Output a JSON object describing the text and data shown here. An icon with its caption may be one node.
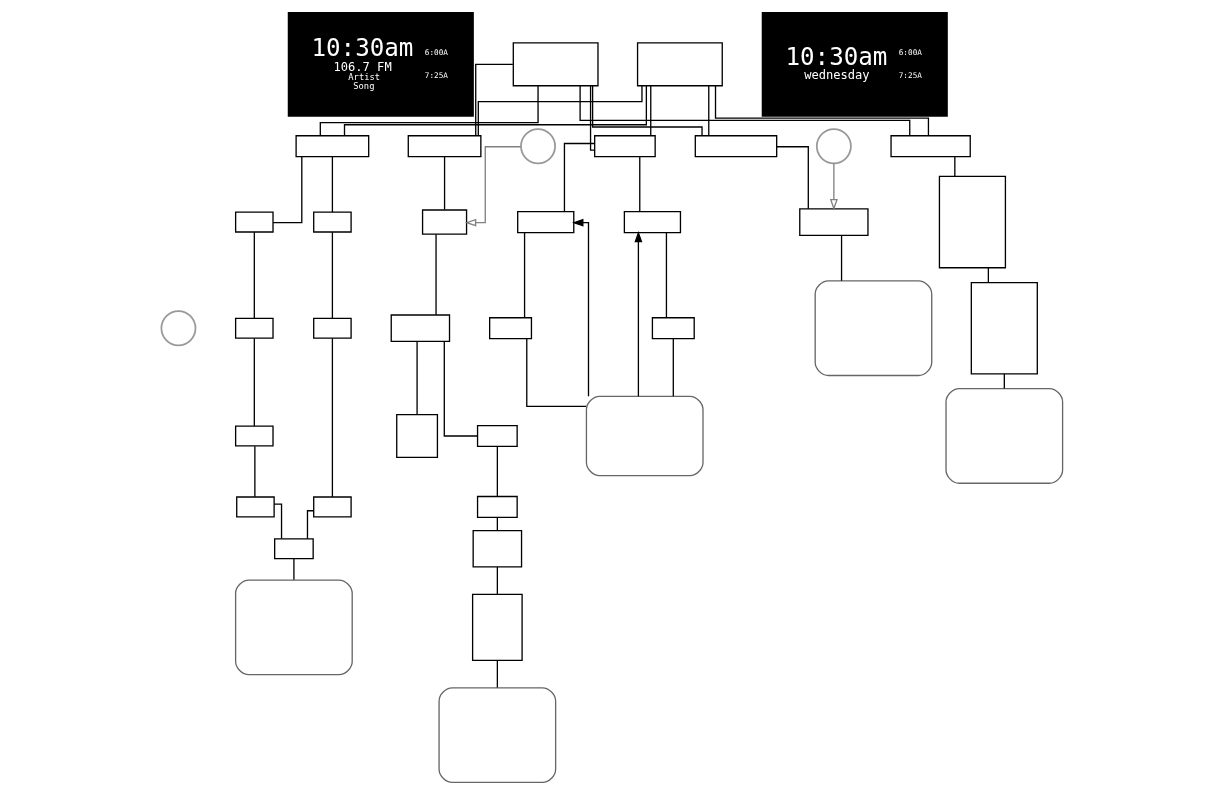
{
  "diagram": {
    "nodes": [
      {
        "text": [
          "10:30am",
          "106.7 FM",
          "Artist",
          "Song",
          "6:00A",
          "7:25A"
        ]
      },
      {
        "text": [],
        "shape": "box"
      },
      {
        "text": [],
        "shape": "box"
      },
      {
        "text": [
          "10:30am",
          "wednesday",
          "6:00A",
          "7:25A"
        ]
      },
      {
        "text": [],
        "shape": "box"
      },
      {
        "text": [],
        "shape": "box"
      },
      {
        "text": [],
        "shape": "box"
      },
      {
        "text": [],
        "shape": "box"
      },
      {
        "text": [],
        "shape": "box"
      },
      {
        "text": [],
        "shape": "circle"
      },
      {
        "text": [],
        "shape": "box"
      },
      {
        "text": [],
        "shape": "box"
      },
      {
        "text": [],
        "shape": "box"
      },
      {
        "text": [],
        "shape": "box"
      },
      {
        "text": [],
        "shape": "box"
      },
      {
        "text": [],
        "shape": "box"
      },
      {
        "text": [],
        "shape": "box"
      },
      {
        "text": [],
        "shape": "box"
      },
      {
        "text": [],
        "shape": "box"
      },
      {
        "text": [],
        "shape": "circle"
      },
      {
        "text": [],
        "shape": "box"
      },
      {
        "text": [],
        "shape": "box"
      },
      {
        "text": [],
        "shape": "box"
      },
      {
        "text": [],
        "shape": "box"
      },
      {
        "text": [],
        "shape": "box"
      },
      {
        "text": [],
        "shape": "box"
      },
      {
        "text": [],
        "shape": "box"
      },
      {
        "text": [],
        "shape": "box"
      },
      {
        "text": [],
        "shape": "box"
      },
      {
        "text": [],
        "shape": "box"
      },
      {
        "text": [],
        "shape": "box"
      },
      {
        "text": [],
        "shape": "box"
      },
      {
        "text": [],
        "shape": "box"
      },
      {
        "text": [],
        "shape": "circle"
      },
      {
        "text": [],
        "shape": "box"
      },
      {
        "text": [],
        "shape": "box"
      },
      {
        "text": [],
        "shape": "box"
      },
      {
        "text": [],
        "shape": "box"
      },
      {
        "text": [],
        "shape": "box"
      }
    ],
    "edges": [
      {
        "from": 1,
        "to": 4,
        "arrow": "none"
      },
      {
        "from": 1,
        "to": 5,
        "arrow": "none"
      },
      {
        "from": 1,
        "to": 6,
        "arrow": "none"
      },
      {
        "from": 1,
        "to": 7,
        "arrow": "none"
      },
      {
        "from": 1,
        "to": 8,
        "arrow": "none"
      },
      {
        "from": 2,
        "to": 4,
        "arrow": "none"
      },
      {
        "from": 2,
        "to": 5,
        "arrow": "none"
      },
      {
        "from": 2,
        "to": 6,
        "arrow": "none"
      },
      {
        "from": 2,
        "to": 7,
        "arrow": "none"
      },
      {
        "from": 2,
        "to": 8,
        "arrow": "none"
      },
      {
        "from": 4,
        "to": 10,
        "arrow": "none"
      },
      {
        "from": 4,
        "to": 11,
        "arrow": "none"
      },
      {
        "from": 10,
        "to": 12,
        "arrow": "none"
      },
      {
        "from": 12,
        "to": 14,
        "arrow": "none"
      },
      {
        "from": 14,
        "to": 16,
        "arrow": "none"
      },
      {
        "from": 16,
        "to": 17,
        "arrow": "none"
      },
      {
        "from": 11,
        "to": 13,
        "arrow": "none"
      },
      {
        "from": 13,
        "to": 15,
        "arrow": "none"
      },
      {
        "from": 15,
        "to": 17,
        "arrow": "none"
      },
      {
        "from": 17,
        "to": 18,
        "arrow": "none"
      },
      {
        "from": 5,
        "to": 20,
        "arrow": "none"
      },
      {
        "from": 19,
        "to": 20,
        "arrow": "to",
        "color": "#808080"
      },
      {
        "from": 20,
        "to": 21,
        "arrow": "none"
      },
      {
        "from": 21,
        "to": 22,
        "arrow": "none"
      },
      {
        "from": 21,
        "to": 23,
        "arrow": "none"
      },
      {
        "from": 23,
        "to": 24,
        "arrow": "none"
      },
      {
        "from": 24,
        "to": 25,
        "arrow": "none"
      },
      {
        "from": 25,
        "to": 26,
        "arrow": "none"
      },
      {
        "from": 26,
        "to": 27,
        "arrow": "none"
      },
      {
        "from": 6,
        "to": 28,
        "arrow": "none"
      },
      {
        "from": 6,
        "to": 29,
        "arrow": "none"
      },
      {
        "from": 28,
        "to": 30,
        "arrow": "none"
      },
      {
        "from": 29,
        "to": 31,
        "arrow": "none"
      },
      {
        "from": 30,
        "to": 32,
        "arrow": "none"
      },
      {
        "from": 31,
        "to": 32,
        "arrow": "none"
      },
      {
        "from": 32,
        "to": 28,
        "arrow": "to"
      },
      {
        "from": 32,
        "to": 29,
        "arrow": "to"
      },
      {
        "from": 7,
        "to": 34,
        "arrow": "none"
      },
      {
        "from": 33,
        "to": 34,
        "arrow": "to",
        "color": "#808080"
      },
      {
        "from": 34,
        "to": 35,
        "arrow": "none"
      },
      {
        "from": 8,
        "to": 36,
        "arrow": "none"
      },
      {
        "from": 36,
        "to": 37,
        "arrow": "none"
      },
      {
        "from": 37,
        "to": 38,
        "arrow": "none"
      }
    ]
  }
}
